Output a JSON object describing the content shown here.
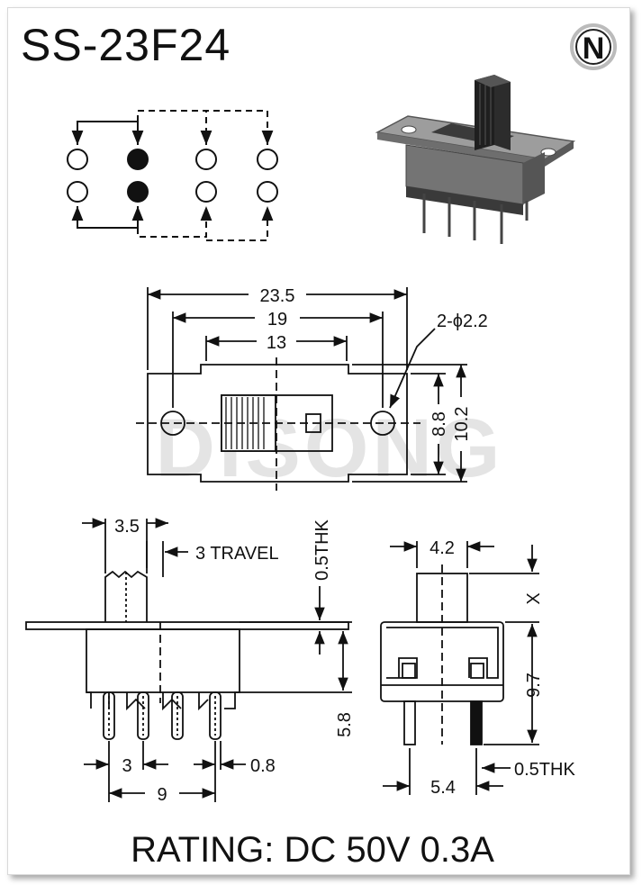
{
  "title": "SS-23F24",
  "logo_letter": "N",
  "watermark": "DISONG",
  "rating": "RATING: DC 50V 0.3A",
  "top_view": {
    "overall_width": "23.5",
    "hole_pitch": "19",
    "slot_length": "13",
    "hole_callout": "2-ϕ2.2",
    "inner_height": "8.8",
    "outer_height": "10.2"
  },
  "side_view": {
    "actuator_width": "3.5",
    "travel": "3 TRAVEL",
    "plate_thickness": "0.5THK",
    "body_height": "5.8",
    "pin_pitch": "3",
    "pin_thickness": "0.8",
    "pin_span": "9"
  },
  "end_view": {
    "actuator_width": "4.2",
    "actuator_height": "X",
    "total_height": "9.7",
    "pin_thickness": "0.5THK",
    "row_spacing": "5.4"
  },
  "colors": {
    "ink": "#111111",
    "photo_body": "#6f6f6f",
    "photo_frame": "#9a9a9a",
    "watermark": "#e6e6e6"
  }
}
